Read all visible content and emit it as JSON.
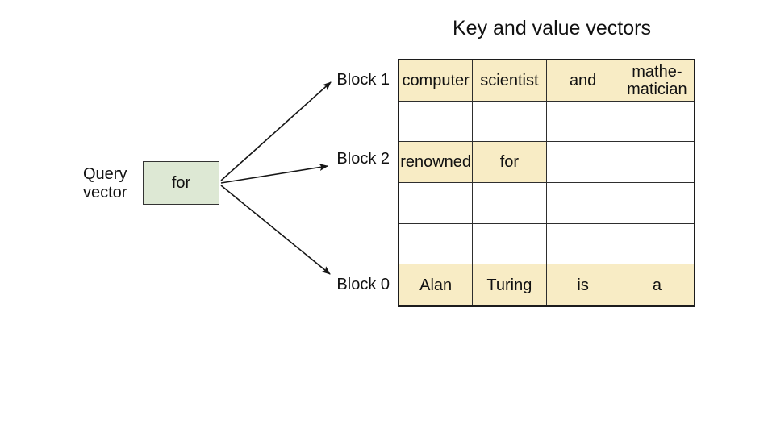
{
  "title": "Key and value vectors",
  "query_vector": {
    "label": "Query\nvector",
    "box_text": "for"
  },
  "block_labels": [
    "Block 1",
    "Block 2",
    "Block 0"
  ],
  "kv_table": {
    "rows": [
      {
        "cells": [
          {
            "text": "computer",
            "filled": true
          },
          {
            "text": "scientist",
            "filled": true
          },
          {
            "text": "and",
            "filled": true
          },
          {
            "text": "mathe-\nmatician",
            "filled": true
          }
        ]
      },
      {
        "cells": [
          {
            "text": "",
            "filled": false
          },
          {
            "text": "",
            "filled": false
          },
          {
            "text": "",
            "filled": false
          },
          {
            "text": "",
            "filled": false
          }
        ]
      },
      {
        "cells": [
          {
            "text": "renowned",
            "filled": true
          },
          {
            "text": "for",
            "filled": true
          },
          {
            "text": "",
            "filled": false
          },
          {
            "text": "",
            "filled": false
          }
        ]
      },
      {
        "cells": [
          {
            "text": "",
            "filled": false
          },
          {
            "text": "",
            "filled": false
          },
          {
            "text": "",
            "filled": false
          },
          {
            "text": "",
            "filled": false
          }
        ]
      },
      {
        "cells": [
          {
            "text": "",
            "filled": false
          },
          {
            "text": "",
            "filled": false
          },
          {
            "text": "",
            "filled": false
          },
          {
            "text": "",
            "filled": false
          }
        ]
      },
      {
        "cells": [
          {
            "text": "Alan",
            "filled": true
          },
          {
            "text": "Turing",
            "filled": true
          },
          {
            "text": "is",
            "filled": true
          },
          {
            "text": "a",
            "filled": true
          }
        ]
      }
    ]
  },
  "colors": {
    "cell_fill": "#f8ecc5",
    "query_box_fill": "#dde8d4",
    "line": "#161616"
  }
}
